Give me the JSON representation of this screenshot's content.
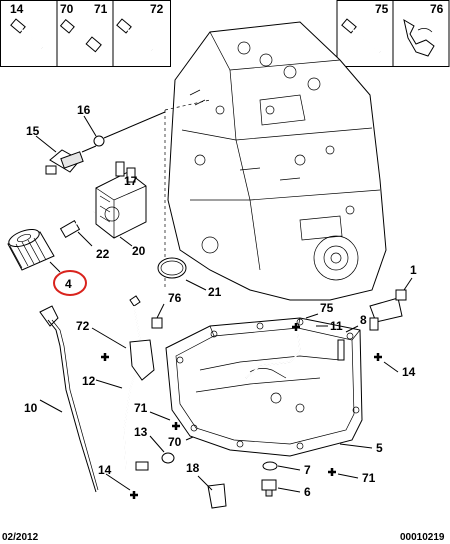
{
  "top_left_box_labels": [
    "14",
    "70",
    "71",
    "72"
  ],
  "top_right_box_labels": [
    "75",
    "76"
  ],
  "callouts": {
    "c15": "15",
    "c16": "16",
    "c17": "17",
    "c20": "20",
    "c21": "21",
    "c22": "22",
    "c4": "4",
    "c76": "76",
    "c1": "1",
    "c75": "75",
    "c11": "11",
    "c8": "8",
    "c72": "72",
    "c14a": "14",
    "c12": "12",
    "c10": "10",
    "c71a": "71",
    "c13": "13",
    "c70": "70",
    "c5": "5",
    "c7": "7",
    "c71b": "71",
    "c18": "18",
    "c14b": "14",
    "c6": "6"
  },
  "footer": {
    "date": "02/2012",
    "reference": "00010219"
  },
  "colors": {
    "highlight": "#d9231d",
    "line": "#000000"
  }
}
